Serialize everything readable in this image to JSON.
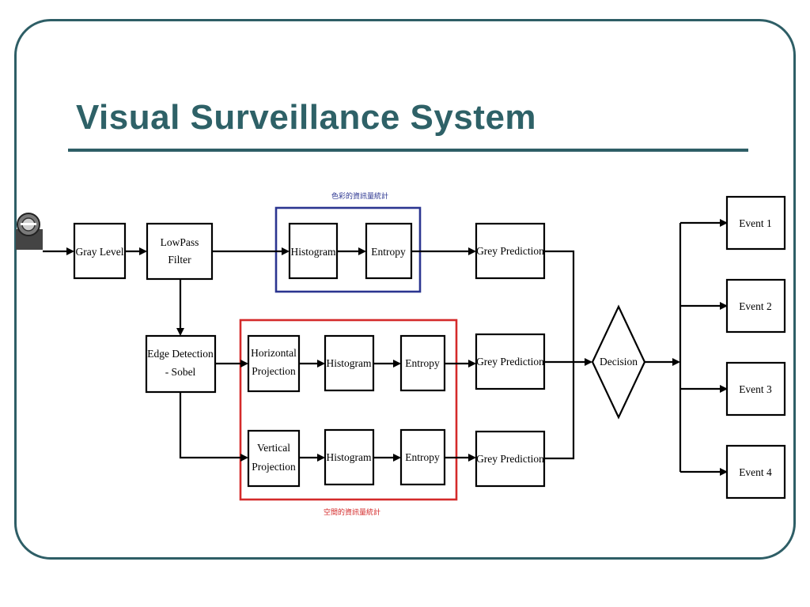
{
  "slide": {
    "title": "Visual Surveillance System"
  },
  "diagram": {
    "blocks": {
      "gray_level": "Gray Level",
      "lowpass_line1": "LowPass",
      "lowpass_line2": "Filter",
      "histogram_color": "Histogram",
      "entropy_color": "Entropy",
      "grey_prediction_1": "Grey Prediction",
      "edge_line1": "Edge Detection",
      "edge_line2": "- Sobel",
      "hproj_line1": "Horizontal",
      "hproj_line2": "Projection",
      "histogram_h": "Histogram",
      "entropy_h": "Entropy",
      "grey_prediction_2": "Grey Prediction",
      "vproj_line1": "Vertical",
      "vproj_line2": "Projection",
      "histogram_v": "Histogram",
      "entropy_v": "Entropy",
      "grey_prediction_3": "Grey Prediction",
      "decision": "Decision",
      "event1": "Event 1",
      "event2": "Event 2",
      "event3": "Event 3",
      "event4": "Event 4"
    },
    "groups": {
      "color_caption": "色彩的資訊量統計",
      "color_border": "#2b3590",
      "spatial_caption": "空間的資訊量統計",
      "spatial_border": "#d42a2a"
    },
    "icons": {
      "camera": "surveillance-camera-icon"
    }
  }
}
